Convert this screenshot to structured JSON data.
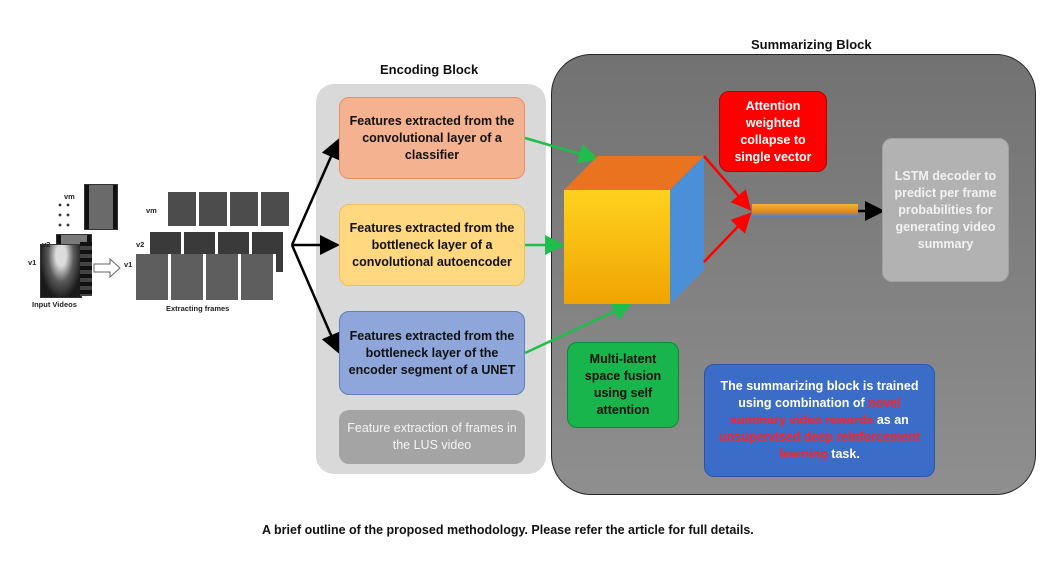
{
  "titles": {
    "encoding": "Encoding Block",
    "summarizing": "Summarizing Block"
  },
  "input": {
    "video_labels": [
      "v1",
      "v2",
      "vm"
    ],
    "frame_labels": [
      "v1",
      "v2",
      "vm"
    ],
    "input_videos_label": "Input Videos",
    "extracting_frames_label": "Extracting frames"
  },
  "encoding": {
    "feature1": "Features extracted from the convolutional layer of a classifier",
    "feature2": "Features extracted from the bottleneck layer of a convolutional autoencoder",
    "feature3": "Features extracted from the bottleneck layer of the encoder segment of a UNET",
    "feature_extraction_note": "Feature extraction of frames in the LUS video"
  },
  "summarizing": {
    "attention": "Attention weighted collapse to single vector",
    "lstm": "LSTM decoder to predict per frame probabilities for generating video summary",
    "multi_latent": "Multi-latent space fusion using self attention",
    "training": {
      "part1": "The summarizing block is trained using combination of",
      "highlight1": "novel summary video rewards",
      "part2": "as an",
      "highlight2": "unsupervised deep reinforcement learning",
      "part3": "task."
    }
  },
  "caption": "A brief outline of the proposed methodology. Please refer the article for full details.",
  "colors": {
    "feature1_fill": "#f4b291",
    "feature2_fill": "#ffd87f",
    "feature3_fill": "#8ea6d9",
    "attention_fill": "#ff0000",
    "multi_latent_fill": "#18b44c",
    "training_fill": "#3b6dc8",
    "lstm_fill": "#b2b2b2",
    "green_arrow": "#1fbd4b",
    "red_arrow": "#ff0000"
  }
}
